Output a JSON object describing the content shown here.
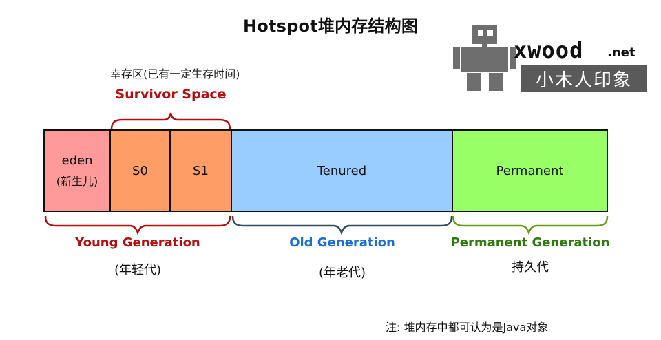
{
  "title": "Hotspot堆内存结构图",
  "survivor": {
    "zh_label": "幸存区(已有一定生存时间)",
    "label": "Survivor Space"
  },
  "cells": {
    "eden": {
      "label": "eden",
      "sub": "(新生儿)"
    },
    "s0": {
      "label": "S0"
    },
    "s1": {
      "label": "S1"
    },
    "tenured": {
      "label": "Tenured"
    },
    "permanent": {
      "label": "Permanent"
    }
  },
  "generations": {
    "young": {
      "label": "Young Generation",
      "zh": "(年轻代)"
    },
    "old": {
      "label": "Old Generation",
      "zh": "(年老代)"
    },
    "permanent": {
      "label": "Permanent Generation",
      "zh": "持久代"
    }
  },
  "note": "注: 堆内存中都可认为是Java对象",
  "logo": {
    "brand": "xwood",
    "suffix": ".net",
    "cn": "小木人印象"
  },
  "colors": {
    "eden": "#ff9a9a",
    "survivor": "#ff9d66",
    "tenured": "#99ccff",
    "permanent": "#99ff66",
    "young": "#b01010",
    "old": "#1a6fd1",
    "permgen": "#2e7a10"
  }
}
